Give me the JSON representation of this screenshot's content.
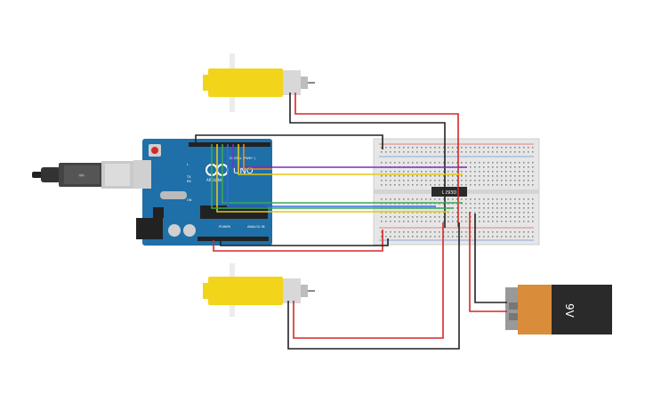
{
  "canvas": {
    "background": "#ffffff"
  },
  "arduino": {
    "model_label": "UNO",
    "brand_label": "ARDUINO",
    "digital_label": "DIGITAL (PWM~)",
    "power_label": "POWER",
    "analog_label": "ANALOG IN",
    "tx_label": "TX",
    "rx_label": "RX",
    "led_label": "L",
    "on_label": "ON",
    "board_color": "#1f6fa8"
  },
  "driver_chip": {
    "label": "L293D"
  },
  "battery": {
    "label": "9V",
    "body_color": "#2a2a2a",
    "label_color": "#d98c3a"
  },
  "wire_colors": {
    "red": "#d62828",
    "black": "#222222",
    "purple": "#7b2fbf",
    "yellow": "#e6c619",
    "green": "#3aa655",
    "blue": "#2f6fd6",
    "orange": "#f08a1c"
  },
  "motor_color": "#f2d41a"
}
